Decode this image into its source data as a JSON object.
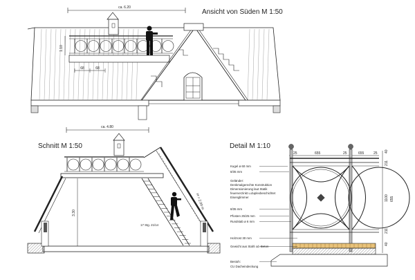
{
  "south_view": {
    "title": "Ansicht von Süden  M 1:50",
    "dim_width": "ca. 6.20",
    "dim_height": "1.10",
    "dim_a": "68",
    "dim_b": "68"
  },
  "section": {
    "title": "Schnitt  M 1:50",
    "dim_width": "ca. 4.80",
    "dim_height": "3.30",
    "dim_headroom": "H = 2.00 m",
    "stairs": "17 Stg. 21/14"
  },
  "detail": {
    "title": "Detail  M 1:10",
    "top_dims": [
      "25",
      "655",
      "25",
      "655",
      "25"
    ],
    "right_dims": [
      "40",
      "211",
      "1100",
      "655",
      "211",
      "40"
    ],
    "labels": [
      "Kugel ø 60 mm",
      "8/35 mm",
      "Geländer:",
      "Denkmalgerechte Konstruktion",
      "Dimensionierung laut Statik",
      "feuerverzinkt u.duplexbeschichtet",
      "Eisenglimmer",
      "8/35 mm",
      "Pfosten  25/25 mm",
      "Rundstab ø 6 mm",
      "Holzrost 30 mm",
      "Gewicht aus Stahl od. Beton",
      "Bestoh:",
      "CU Dacheindeckung"
    ]
  },
  "colors": {
    "line": "#222222",
    "timber": "#e8c27a",
    "hatch": "#555555"
  }
}
